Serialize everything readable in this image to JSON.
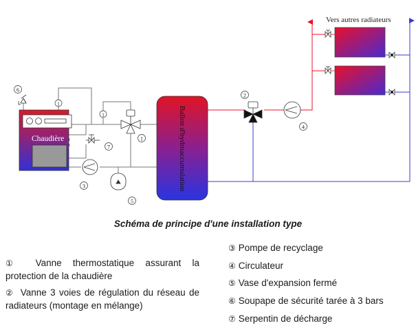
{
  "diagram": {
    "radiators_label": "Vers autres radiateurs",
    "boiler_label": "Chaudière",
    "tank_label": "Ballon d'hydroaccumulation",
    "markers": [
      "①",
      "②",
      "③",
      "④",
      "⑤",
      "⑥",
      "⑦"
    ]
  },
  "caption": "Schéma de principe d'une installation type",
  "legend": [
    {
      "num": "①",
      "text": "Vanne thermostatique assurant la protection de la chaudière"
    },
    {
      "num": "②",
      "text": "Vanne 3 voies de régulation du réseau de radiateurs (montage en mélange)"
    },
    {
      "num": "③",
      "text": "Pompe de recyclage"
    },
    {
      "num": "④",
      "text": "Circulateur"
    },
    {
      "num": "⑤",
      "text": "Vase d'expansion fermé"
    },
    {
      "num": "⑥",
      "text": "Soupape de sécurité tarée à 3 bars"
    },
    {
      "num": "⑦",
      "text": "Serpentin de décharge"
    }
  ],
  "colors": {
    "hot": "#e8102a",
    "cold": "#3a3ad0",
    "pipe": "#666666"
  }
}
